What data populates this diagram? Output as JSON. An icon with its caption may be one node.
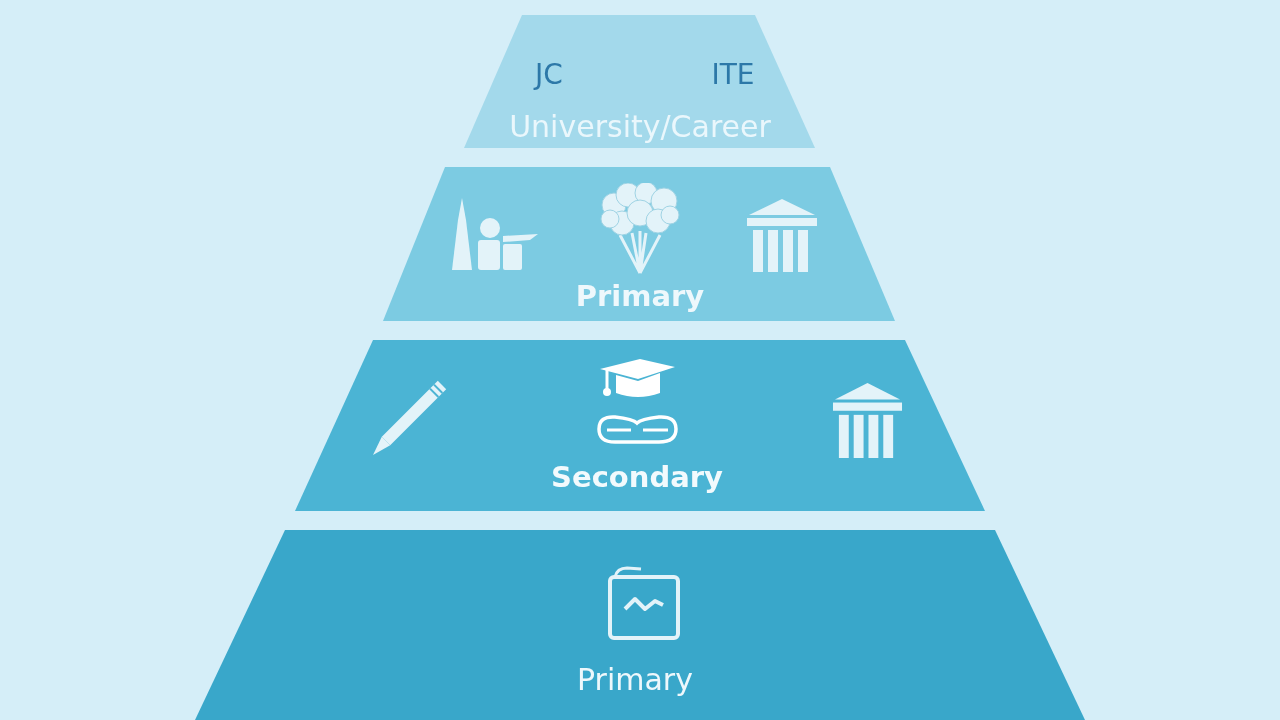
{
  "diagram": {
    "nodes": [
      {
        "text": [
          "JC",
          "ITE",
          "University/Career"
        ]
      },
      {
        "text": [
          "Primary"
        ]
      },
      {
        "text": [
          "Secondary"
        ]
      },
      {
        "text": [
          "Primary"
        ]
      }
    ]
  }
}
